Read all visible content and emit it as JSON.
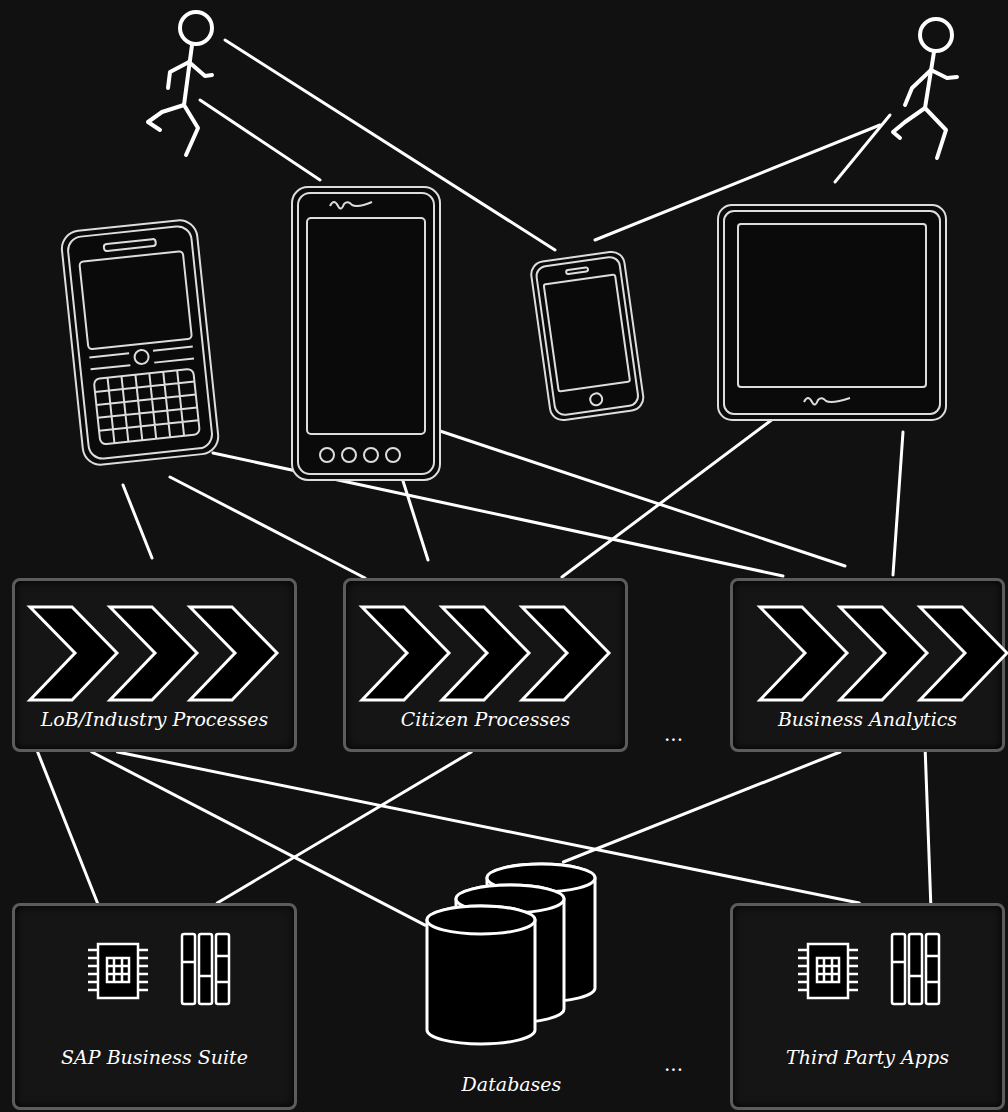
{
  "diagram": {
    "nodes": [
      {
        "text": [
          "LoB/Industry Processes"
        ]
      },
      {
        "text": [
          "Citizen Processes"
        ]
      },
      {
        "text": [
          "Business Analytics"
        ]
      },
      {
        "text": [
          "SAP Business Suite"
        ]
      },
      {
        "text": [
          "Databases"
        ]
      },
      {
        "text": [
          "Third Party Apps"
        ]
      }
    ],
    "edges": [
      {
        "from": 0,
        "to": 3,
        "arrow": "none"
      },
      {
        "from": 0,
        "to": 4,
        "arrow": "none"
      },
      {
        "from": 0,
        "to": 5,
        "arrow": "none"
      },
      {
        "from": 1,
        "to": 3,
        "arrow": "none"
      },
      {
        "from": 2,
        "to": 4,
        "arrow": "none"
      },
      {
        "from": 2,
        "to": 5,
        "arrow": "none"
      }
    ],
    "labels": [
      "...",
      "..."
    ]
  }
}
